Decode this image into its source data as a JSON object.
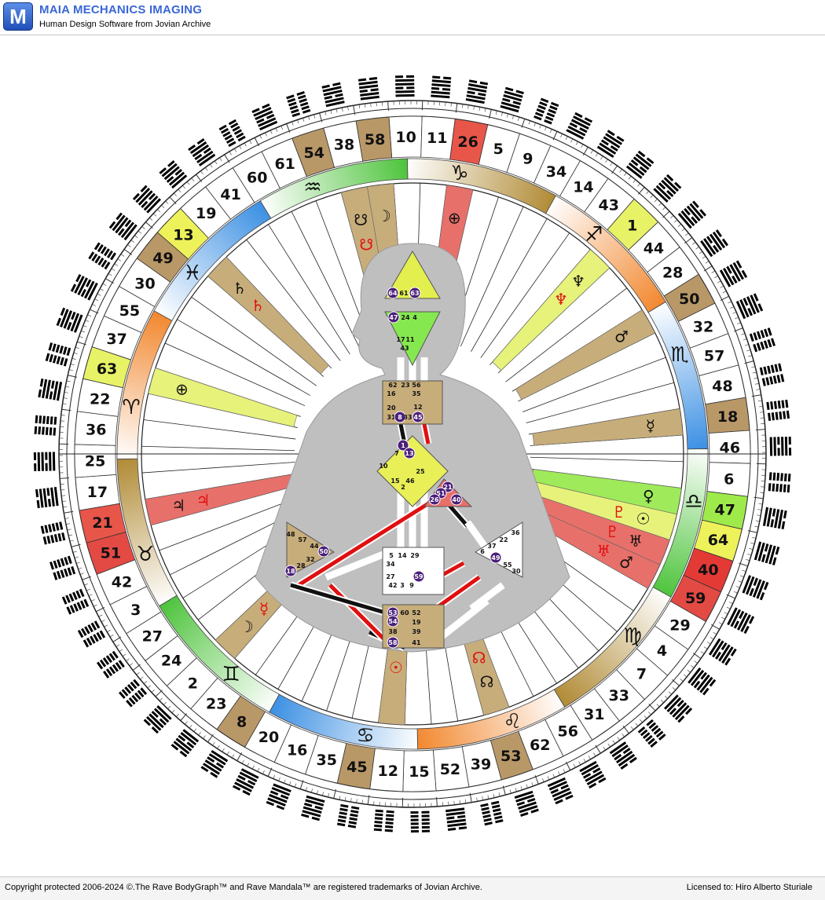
{
  "app": {
    "title": "MAIA MECHANICS IMAGING",
    "subtitle": "Human Design Software from Jovian Archive",
    "logo_letter": "M"
  },
  "footer": {
    "copyright": "Copyright protected 2006-2024 ©.The Rave BodyGraph™ and Rave Mandala™ are registered trademarks of Jovian Archive.",
    "license": "Licensed to: Hiro Alberto Sturiale"
  },
  "mandala": {
    "gate_sequence": [
      "10",
      "11",
      "26",
      "5",
      "9",
      "34",
      "14",
      "43",
      "1",
      "44",
      "28",
      "50",
      "32",
      "57",
      "48",
      "18",
      "46",
      "6",
      "47",
      "64",
      "40",
      "59",
      "29",
      "4",
      "7",
      "33",
      "31",
      "56",
      "62",
      "53",
      "39",
      "52",
      "15",
      "12",
      "45",
      "35",
      "16",
      "20",
      "8",
      "23",
      "2",
      "24",
      "27",
      "3",
      "42",
      "51",
      "21",
      "17",
      "25",
      "36",
      "22",
      "63",
      "37",
      "55",
      "30",
      "49",
      "13",
      "19",
      "41",
      "60",
      "61",
      "54",
      "38",
      "58"
    ],
    "highlighted_gates": {
      "26": "#e8564a",
      "1": "#e8f267",
      "50": "#b99868",
      "18": "#b99868",
      "47": "#9eea4a",
      "64": "#eef25a",
      "40": "#e33a36",
      "59": "#e34a44",
      "53": "#b99868",
      "45": "#b99868",
      "8": "#b99868",
      "51": "#e34a44",
      "21": "#e8564a",
      "63": "#e8f267",
      "49": "#b99868",
      "13": "#eef25a",
      "54": "#b99868",
      "58": "#b99868"
    },
    "zodiac": [
      {
        "glyph": "♑",
        "color": "#b08a34"
      },
      {
        "glyph": "♐",
        "color": "#f2872e"
      },
      {
        "glyph": "♏",
        "color": "#3a8fe3"
      },
      {
        "glyph": "♎",
        "color": "#4cc33a"
      },
      {
        "glyph": "♍",
        "color": "#b08a34"
      },
      {
        "glyph": "♌",
        "color": "#f2872e"
      },
      {
        "glyph": "♋",
        "color": "#3a8fe3"
      },
      {
        "glyph": "♊",
        "color": "#4cc33a"
      },
      {
        "glyph": "♉",
        "color": "#b08a34"
      },
      {
        "glyph": "♈",
        "color": "#f2872e"
      },
      {
        "glyph": "♓",
        "color": "#3a8fe3"
      },
      {
        "glyph": "♒",
        "color": "#4cc33a"
      }
    ],
    "planet_rays": [
      {
        "gate": "58",
        "color": "#c7ad7a",
        "personality": "☽",
        "design": ""
      },
      {
        "gate": "26",
        "color": "#e8706a",
        "personality": "⊕",
        "design": ""
      },
      {
        "gate": "38",
        "color": "#c7ad7a",
        "personality": "☋",
        "design": "☋"
      },
      {
        "gate": "13",
        "color": "#c7ad7a",
        "personality": "♄",
        "design": "♄"
      },
      {
        "gate": "63",
        "color": "#e6f27a",
        "personality": "⊕",
        "design": ""
      },
      {
        "gate": "1",
        "color": "#e6f27a",
        "personality": "♆",
        "design": "♆"
      },
      {
        "gate": "50",
        "color": "#c7ad7a",
        "personality": "♂",
        "design": ""
      },
      {
        "gate": "18",
        "color": "#c7ad7a",
        "personality": "☿",
        "design": ""
      },
      {
        "gate": "47",
        "color": "#9fea5a",
        "personality": "♀",
        "design": ""
      },
      {
        "gate": "64",
        "color": "#e6f27a",
        "personality": "☉",
        "design": "♇"
      },
      {
        "gate": "40",
        "color": "#e8706a",
        "personality": "♅",
        "design": "♇"
      },
      {
        "gate": "59",
        "color": "#e8706a",
        "personality": "♂",
        "design": "♅"
      },
      {
        "gate": "21",
        "color": "#e8706a",
        "personality": "♃",
        "design": "♃"
      },
      {
        "gate": "53",
        "color": "#c7ad7a",
        "personality": "☊",
        "design": "☊"
      },
      {
        "gate": "12",
        "color": "#c7ad7a",
        "personality": "",
        "design": "☉"
      },
      {
        "gate": "2",
        "color": "#c7ad7a",
        "personality": "☽",
        "design": "☿"
      }
    ],
    "bodygraph": {
      "head": [
        "64",
        "61",
        "63"
      ],
      "ajna": [
        "47",
        "24",
        "4",
        "17",
        "11",
        "43"
      ],
      "throat": [
        "62",
        "23",
        "56",
        "16",
        "35",
        "20",
        "12",
        "31",
        "8",
        "33",
        "45"
      ],
      "g_center": [
        "1",
        "13",
        "7",
        "10",
        "25",
        "15",
        "46",
        "2"
      ],
      "heart": [
        "21",
        "51",
        "26",
        "40"
      ],
      "spleen": [
        "48",
        "57",
        "44",
        "50",
        "32",
        "28",
        "18"
      ],
      "sacral": [
        "5",
        "14",
        "29",
        "34",
        "27",
        "42",
        "3",
        "9",
        "59"
      ],
      "solar_plexus": [
        "36",
        "22",
        "37",
        "6",
        "49",
        "55",
        "30"
      ],
      "root": [
        "53",
        "60",
        "52",
        "54",
        "19",
        "38",
        "39",
        "58",
        "41"
      ],
      "defined_gate_circles": [
        "64",
        "63",
        "47",
        "8",
        "45",
        "1",
        "13",
        "51",
        "21",
        "26",
        "40",
        "50",
        "18",
        "59",
        "49",
        "53",
        "54",
        "58"
      ]
    }
  }
}
